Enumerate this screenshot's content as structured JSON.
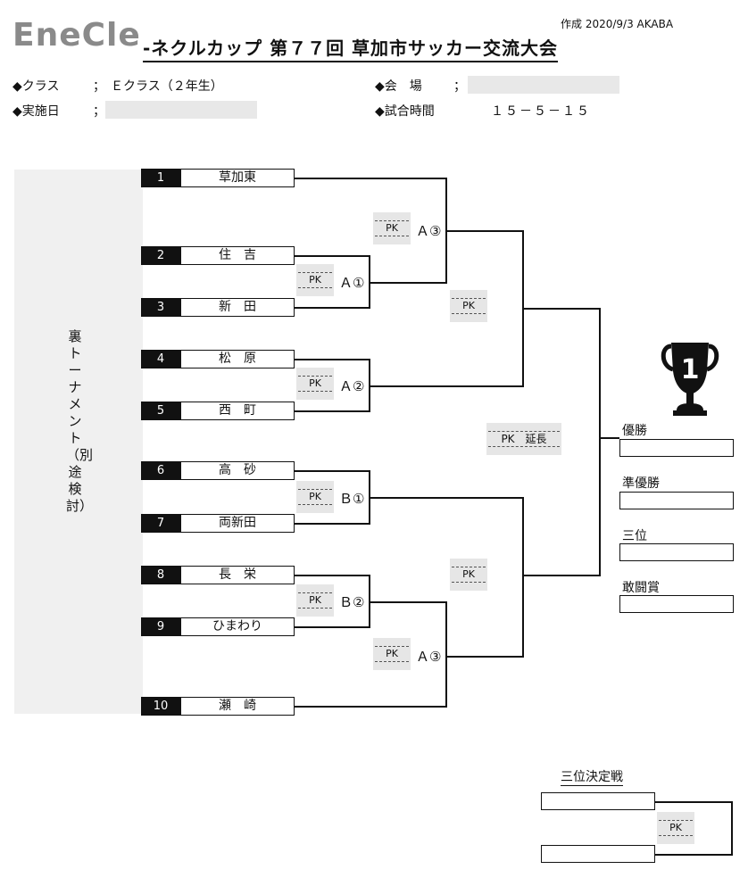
{
  "header": {
    "logo": "EneCle",
    "title": "-ネクルカップ 第７７回 草加市サッカー交流大会",
    "created": "作成 2020/9/3 AKABA"
  },
  "info": {
    "class_label": "◆クラス",
    "class_sep": "；",
    "class_value": "Ｅクラス（２年生）",
    "date_label": "◆実施日",
    "date_sep": "；",
    "venue_label": "◆会　場",
    "venue_sep": "；",
    "time_label": "◆試合時間",
    "time_value": "１５－５－１５"
  },
  "side_note": "裏トーナメント（別途検討）",
  "teams": [
    {
      "num": "1",
      "name": "草加東"
    },
    {
      "num": "2",
      "name": "住　吉"
    },
    {
      "num": "3",
      "name": "新　田"
    },
    {
      "num": "4",
      "name": "松　原"
    },
    {
      "num": "5",
      "name": "西　町"
    },
    {
      "num": "6",
      "name": "高　砂"
    },
    {
      "num": "7",
      "name": "両新田"
    },
    {
      "num": "8",
      "name": "長　栄"
    },
    {
      "num": "9",
      "name": "ひまわり"
    },
    {
      "num": "10",
      "name": "瀬　崎"
    }
  ],
  "matches": {
    "a1": "Ａ①",
    "a2": "Ａ②",
    "a3_top": "Ａ③",
    "b1": "Ｂ①",
    "b2": "Ｂ②",
    "a3_bottom": "Ａ③"
  },
  "pk_label": "PK",
  "final_pk": "PK　延長",
  "results": {
    "winner": "優勝",
    "runner_up": "準優勝",
    "third": "三位",
    "fighting": "敢闘賞"
  },
  "trophy_number": "1",
  "third_place": {
    "title": "三位決定戦"
  }
}
